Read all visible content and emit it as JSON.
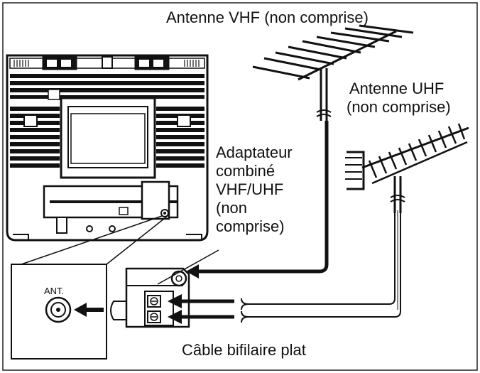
{
  "labels": {
    "vhf_antenna": "Antenne VHF (non comprise)",
    "uhf_antenna_line1": "Antenne UHF",
    "uhf_antenna_line2": "(non comprise)",
    "adapter_line1": "Adaptateur",
    "adapter_line2": "combiné",
    "adapter_line3": "VHF/UHF",
    "adapter_line4": "(non",
    "adapter_line5": "comprise)",
    "ant_terminal": "ANT.",
    "flat_cable": "Câble bifilaire plat"
  },
  "colors": {
    "line": "#111111",
    "background": "#ffffff",
    "panel_fill": "#f2f2f2"
  }
}
